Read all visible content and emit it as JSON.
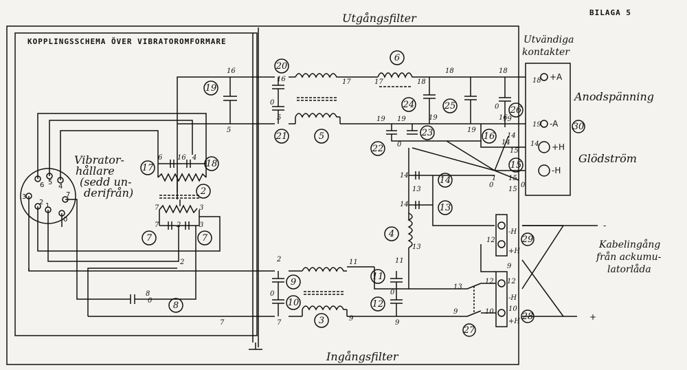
{
  "sheet_label": "BILAGA 5",
  "diagram_title": "KOPPLINGSSCHEMA ÖVER VIBRATOROMFORMARE",
  "output_filter_label": "Utgångsfilter",
  "input_filter_label": "Ingångsfilter",
  "external_contacts_label": [
    "Utvändiga",
    "kontakter"
  ],
  "anode_voltage_label": "Anodspänning",
  "filament_current_label": "Glödström",
  "cable_entry_label": [
    "Kabelingång",
    "från ackumu-",
    "latorlåda"
  ],
  "vibrator_holder_label": [
    "Vibrator-",
    "hållare",
    "(sedd un-",
    "derifrån)"
  ],
  "terminals": [
    "+A",
    "-A",
    "+H",
    "-H"
  ],
  "battery_plug_labels": [
    "-H",
    "+H",
    "-H",
    "+H"
  ],
  "cable_polarity": [
    "-",
    "+"
  ],
  "component_numbers": {
    "c2": "2",
    "c3": "3",
    "c4": "4",
    "c5": "5",
    "c6": "6",
    "c7a": "7",
    "c7b": "7",
    "c8": "8",
    "c9": "9",
    "c10": "10",
    "c11": "11",
    "c12": "12",
    "c13": "13",
    "c14": "14",
    "c15": "15",
    "c16": "16",
    "c17": "17",
    "c18": "18",
    "c19": "19",
    "c20": "20",
    "c21": "21",
    "c22": "22",
    "c23": "23",
    "c24": "24",
    "c25": "25",
    "c26": "26",
    "c27": "27",
    "c28": "28",
    "c29": "29",
    "c30": "30"
  },
  "node_numbers": {
    "n16a": "16",
    "n16b": "16",
    "n5a": "5",
    "n5b": "5",
    "n17": "17",
    "n17b": "17",
    "n19a": "19",
    "n19b": "19",
    "n19c": "19",
    "n19d": "19",
    "n19e": "19",
    "n18a": "18",
    "n18b": "18",
    "n18c": "18",
    "n6a": "6",
    "n16c": "16",
    "n4": "4",
    "n7a": "7",
    "n7b": "7",
    "n7c": "7",
    "n7d": "7",
    "n3a": "3",
    "n3b": "3",
    "n2a": "2",
    "n2b": "2",
    "n14a": "14",
    "n14b": "14",
    "n14c": "14",
    "n13": "13",
    "n13b": "13",
    "n11a": "11",
    "n11b": "11",
    "n9a": "9",
    "n9b": "9",
    "n9c": "9",
    "n2c": "2",
    "n7e": "7",
    "n12": "12",
    "n12b": "12",
    "n10": "10",
    "n10b": "10",
    "n0a": "0",
    "n0b": "0",
    "n0c": "0",
    "n0d": "0",
    "n0e": "0",
    "n0f": "0",
    "n0g": "0",
    "n8": "8",
    "n15": "15",
    "n1": "1",
    "pin6": "6",
    "pin5": "5",
    "pin4": "4",
    "pin3": "3",
    "pin2": "2",
    "pin1": "1",
    "pin7": "7",
    "pin0": "0",
    "n12c": "12",
    "n9d": "9",
    "n14d": "14",
    "n15b": "15",
    "n16d": "16",
    "t18": "18",
    "t19": "19",
    "t14": "14",
    "t15": "15",
    "tc0": "0",
    "t13": "13"
  }
}
